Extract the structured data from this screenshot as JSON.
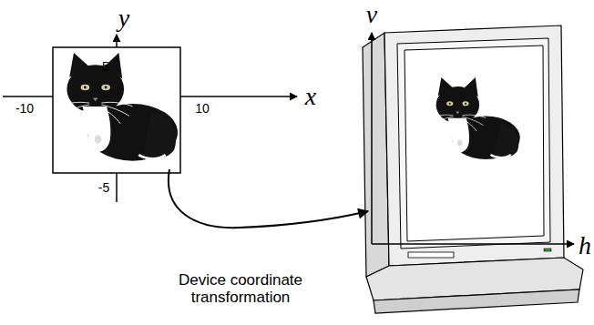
{
  "diagram": {
    "labels": [
      "y",
      "5",
      "-10",
      "10",
      "x",
      "-5",
      "v",
      "h",
      "Device coordinate transformation"
    ]
  }
}
